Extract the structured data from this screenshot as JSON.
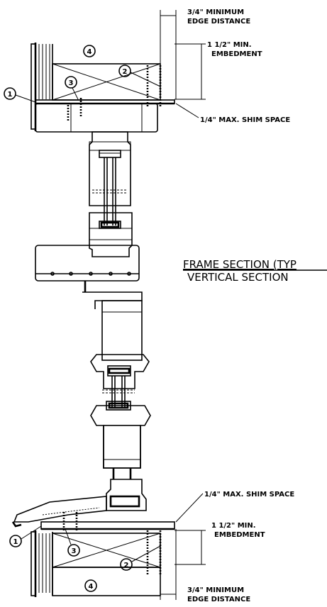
{
  "title": {
    "line1": "FRAME SECTION (TYP",
    "line2": "VERTICAL SECTION"
  },
  "notes": {
    "top_edge_1": "3/4\" MINIMUM",
    "top_edge_2": "EDGE DISTANCE",
    "top_embed_1": "1 1/2\" MIN.",
    "top_embed_2": "EMBEDMENT",
    "top_shim": "1/4\" MAX. SHIM SPACE",
    "bottom_shim": "1/4\" MAX. SHIM SPACE",
    "bottom_embed_1": "1 1/2\" MIN.",
    "bottom_embed_2": "EMBEDMENT",
    "bottom_edge_1": "3/4\" MINIMUM",
    "bottom_edge_2": "EDGE DISTANCE"
  },
  "callouts": {
    "c1_top": "1",
    "c2_top": "2",
    "c3_top": "3",
    "c4_top": "4",
    "c1_bottom": "1",
    "c2_bottom": "2",
    "c3_bottom": "3",
    "c4_bottom": "4"
  }
}
